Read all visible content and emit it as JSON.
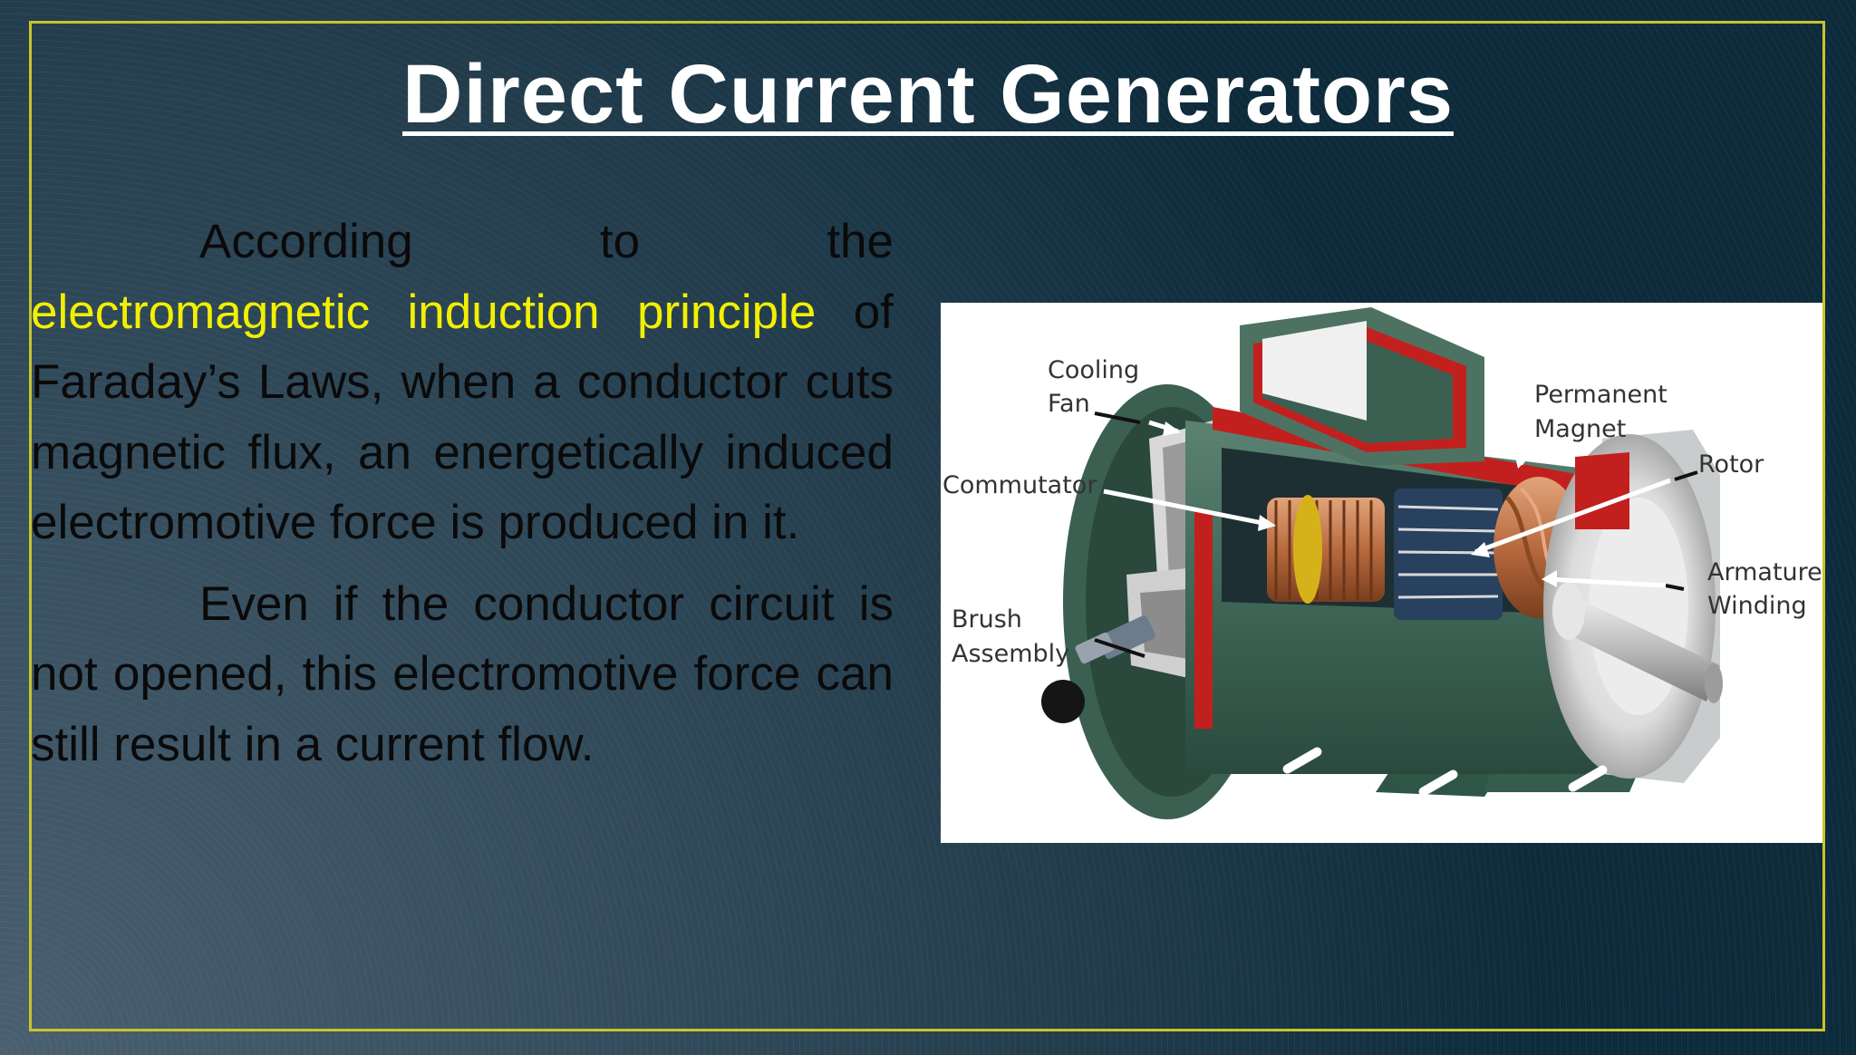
{
  "slide": {
    "title": "Direct Current Generators",
    "paragraph1": {
      "lead": "According to the ",
      "highlight": "electromagnetic induction principle",
      "rest": " of Faraday’s Laws, when a conductor cuts magnetic flux, an energetically induced electromotive force is produced in it."
    },
    "paragraph2": "Even if the conductor circuit is not opened, this electromotive force can still result in a current flow.",
    "figure": {
      "labels": {
        "cooling": "Cooling",
        "fan": "Fan",
        "commutator": "Commutator",
        "brush": "Brush",
        "assembly": "Assembly",
        "permanent": "Permanent",
        "magnet": "Magnet",
        "rotor": "Rotor",
        "armature": "Armature",
        "winding": "Winding"
      }
    },
    "colors": {
      "frame": "#c9c42a",
      "highlight": "#f2f000",
      "title": "#ffffff",
      "motor_body": "#3f6656"
    }
  }
}
